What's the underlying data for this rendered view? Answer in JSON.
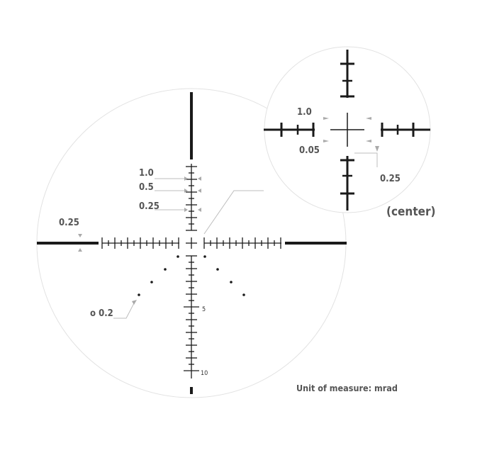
{
  "labels": {
    "v_1_0": "1.0",
    "v_0_5": "0.5",
    "v_0_25": "0.25",
    "left_0_25": "0.25",
    "dot_0_2": "o 0.2",
    "tick_5": "5",
    "tick_10": "10",
    "unit": "Unit of measure: mrad",
    "center": "(center)",
    "inset_1_0": "1.0",
    "inset_0_05": "0.05",
    "inset_0_25": "0.25"
  },
  "colors": {
    "reticle": "#1a1a1a",
    "circle": "#e2e2e2",
    "callout": "#bdbdbd",
    "text": "#555555"
  }
}
